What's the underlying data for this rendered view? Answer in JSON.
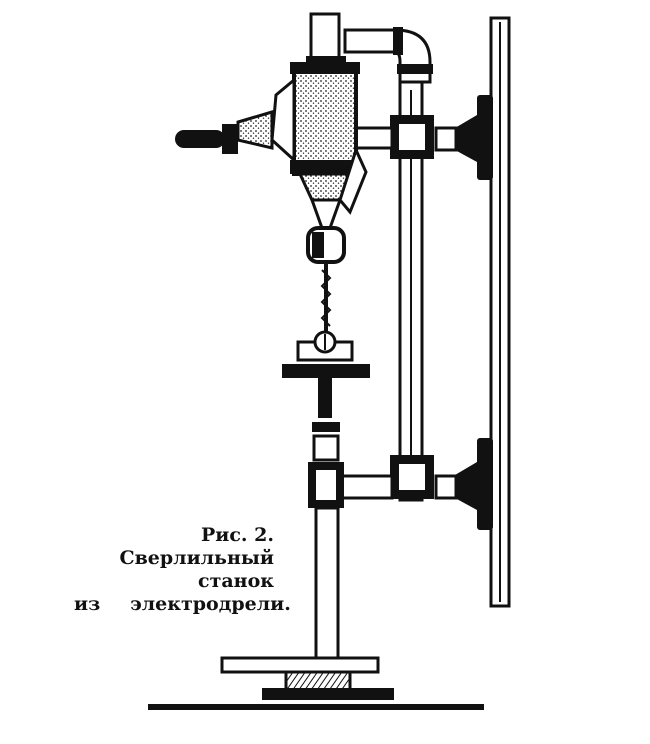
{
  "caption": {
    "fig_label": "Рис. 2.",
    "line2": "Сверлильный",
    "line3": "станок",
    "line4_word1": "из",
    "line4_word2": "электродрели."
  },
  "colors": {
    "ink": "#111111",
    "paper": "#ffffff"
  }
}
